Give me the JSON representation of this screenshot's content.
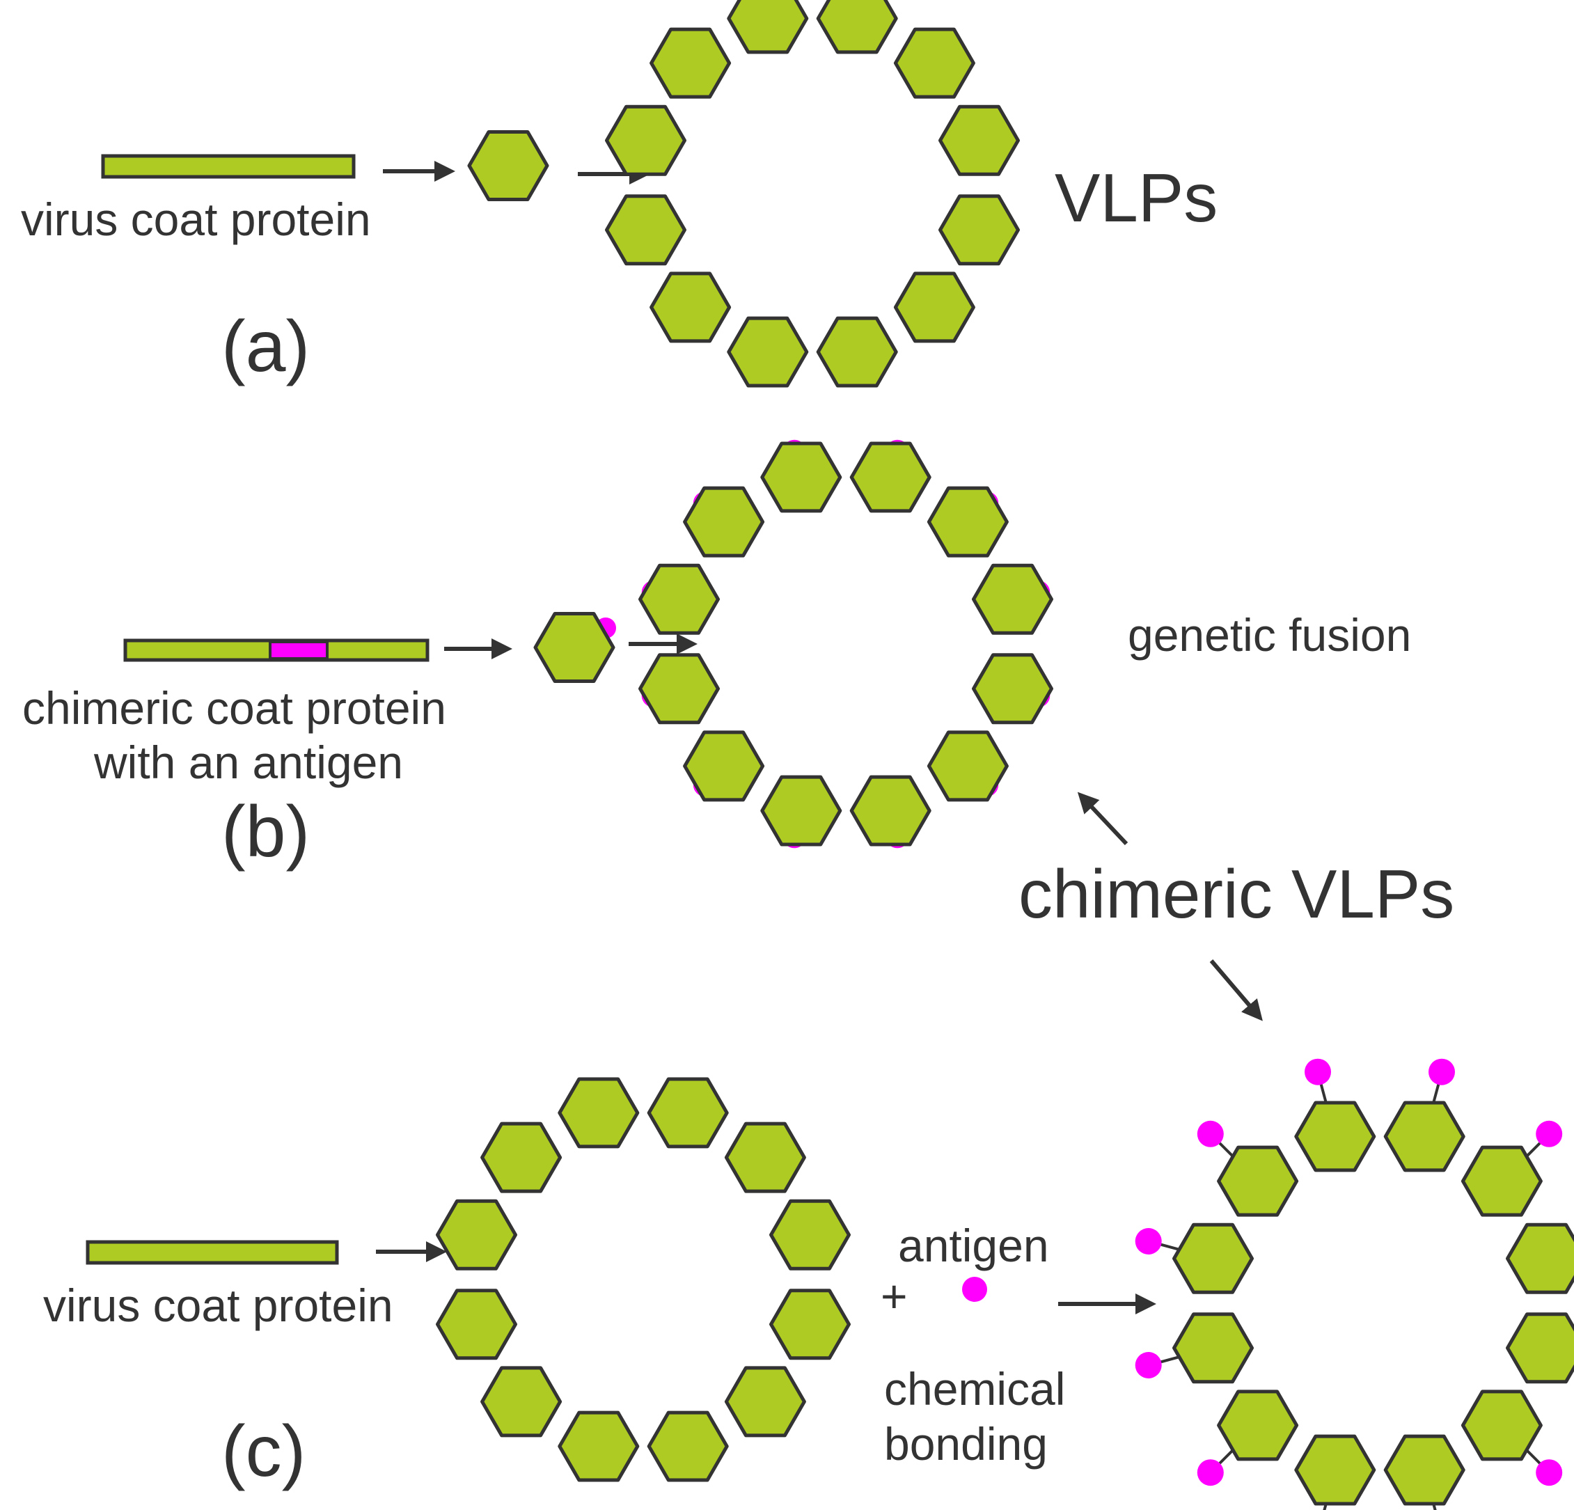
{
  "colors": {
    "protein": "#adcb22",
    "antigen": "#ff00ff",
    "outline": "#333333",
    "text": "#333333"
  },
  "panel_a": {
    "protein_label": "virus coat protein",
    "vlp_label": "VLPs",
    "panel_label": "(a)"
  },
  "panel_b": {
    "protein_label_line1": "chimeric coat protein",
    "protein_label_line2": "with an antigen",
    "method_label": "genetic fusion",
    "panel_label": "(b)"
  },
  "shared": {
    "chimeric_label": "chimeric VLPs"
  },
  "panel_c": {
    "protein_label": "virus coat protein",
    "antigen_label": "antigen",
    "plus_sign": "+",
    "method_line1": "chemical",
    "method_line2": "bonding",
    "panel_label": "(c)"
  }
}
